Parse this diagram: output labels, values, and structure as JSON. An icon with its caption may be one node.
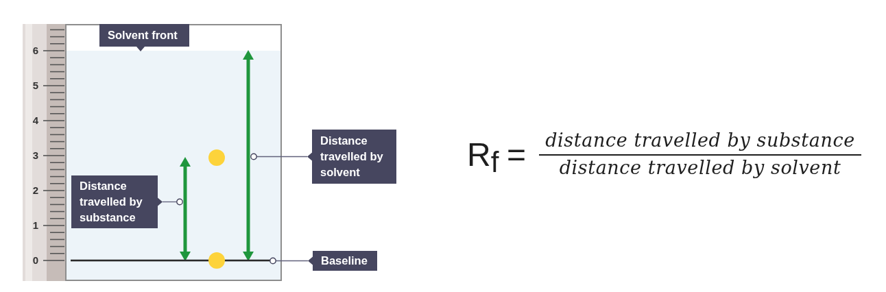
{
  "diagram": {
    "nodes": [
      {
        "text": [
          "Solvent front"
        ]
      },
      {
        "text": [
          "Distance travelled by substance"
        ]
      },
      {
        "text": [
          "Distance travelled by solvent"
        ]
      },
      {
        "text": [
          "Baseline"
        ]
      },
      {
        "text": [],
        "shape": "arrow"
      },
      {
        "text": [],
        "shape": "arrow"
      },
      {
        "text": [],
        "shape": "line"
      }
    ],
    "edges": [
      {
        "from": 1,
        "to": 4,
        "arrow": "other"
      },
      {
        "from": 2,
        "to": 5,
        "arrow": "other"
      },
      {
        "from": 3,
        "to": 6,
        "arrow": "other"
      }
    ],
    "labels": [
      "6",
      "5",
      "4",
      "3",
      "2",
      "1",
      "0",
      "R$_{f}$",
      "=",
      "distance travelled by substance",
      "distance travelled by solvent"
    ]
  }
}
